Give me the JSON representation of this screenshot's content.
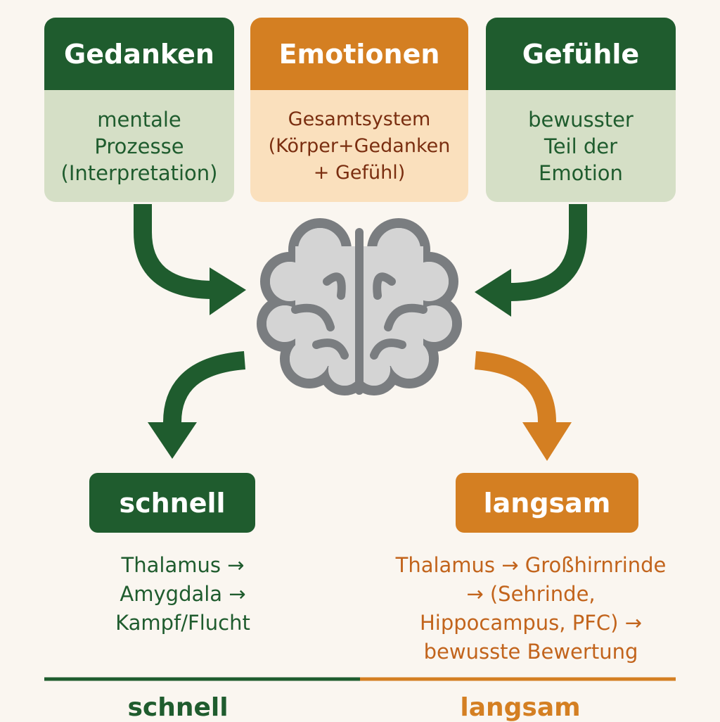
{
  "cards": [
    {
      "title": "Gedanken",
      "body": "mentale\nProzesse\n(Interpretation)"
    },
    {
      "title": "Emotionen",
      "body": "Gesamtsystem\n(Körper+Gedanken\n+ Gefühl)"
    },
    {
      "title": "Gefühle",
      "body": "bewusster\nTeil der\nEmotion"
    }
  ],
  "paths": {
    "fast": {
      "label": "schnell",
      "route": "Thalamus →\nAmygdala →\nKampf/Flucht"
    },
    "slow": {
      "label": "langsam",
      "route": "Thalamus → Großhirnrinde\n→ (Sehrinde,\nHippocampus, PFC) →\nbewusste Bewertung"
    }
  },
  "footer": {
    "left": "schnell",
    "right": "langsam"
  },
  "colors": {
    "green": "#1f5c2e",
    "orange": "#d47f22",
    "brain": "#d4d4d4"
  }
}
